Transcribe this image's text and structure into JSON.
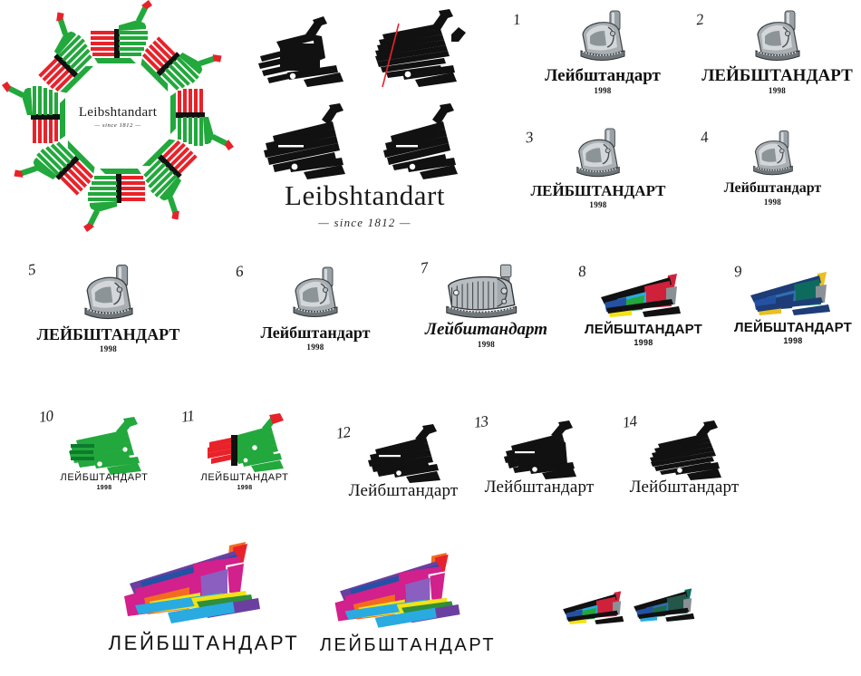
{
  "page": {
    "title": "Leibshtandart logo design variants sheet",
    "background": "#ffffff"
  },
  "brand": {
    "latin_name": "Leibshtandart",
    "tagline": "— since 1812 —",
    "cyrillic_name_title": "Лейбштандарт",
    "cyrillic_name_caps": "ЛЕЙБШТАНДАРТ",
    "year": "1998"
  },
  "palette": {
    "black": "#111111",
    "red": "#e8222a",
    "green": "#22a83c",
    "dark_green": "#0d7a2e",
    "blue": "#2451a4",
    "cyan": "#29aae1",
    "yellow": "#f2e216",
    "gold": "#e8c020",
    "teal": "#0d6b5e",
    "navy": "#1d3c78",
    "magenta": "#d2208c",
    "purple": "#6b3fa0",
    "orange": "#f26b21",
    "crimson": "#d0213a",
    "grey": "#8a9196"
  },
  "badge": {
    "name": "circular-rosette-badge",
    "center_text": "Leibshtandart",
    "center_sub": "— since 1812 —",
    "cap_count": 8,
    "colors": [
      "#e8222a",
      "#22a83c",
      "#111111"
    ]
  },
  "hero": {
    "name": "hero-wordmark",
    "text": "Leibshtandart",
    "sub": "— since 1812 —",
    "marks": [
      {
        "label": "shako-solid-block",
        "variant": "block"
      },
      {
        "label": "shako-with-redline-star",
        "variant": "star",
        "accent": "#e8222a"
      },
      {
        "label": "shako-open-stripes",
        "variant": "open"
      },
      {
        "label": "shako-compact-stripes",
        "variant": "compact"
      }
    ]
  },
  "variants": [
    {
      "n": "1",
      "mark": "engraved-shako",
      "style": "wm-serif-bold",
      "text": "Лейбштандарт",
      "year": "1998",
      "colorway": "grey"
    },
    {
      "n": "2",
      "mark": "engraved-shako",
      "style": "wm-serif-bold-caps",
      "text": "ЛЕЙБШТАНДАРТ",
      "year": "1998",
      "colorway": "grey"
    },
    {
      "n": "3",
      "mark": "engraved-shako",
      "style": "wm-serif-bold-caps",
      "text": "ЛЕЙБШТАНДАРТ",
      "year": "1998",
      "colorway": "grey"
    },
    {
      "n": "4",
      "mark": "engraved-shako",
      "style": "wm-serif-bold",
      "text": "Лейбштандарт",
      "year": "1998",
      "colorway": "grey"
    },
    {
      "n": "5",
      "mark": "engraved-shako",
      "style": "wm-serif-bold-caps",
      "text": "ЛЕЙБШТАНДАРТ",
      "year": "1998",
      "colorway": "grey"
    },
    {
      "n": "6",
      "mark": "engraved-shako",
      "style": "wm-serif-bold",
      "text": "Лейбштандарт",
      "year": "1998",
      "colorway": "grey"
    },
    {
      "n": "7",
      "mark": "engraved-shako-wide",
      "style": "wm-serif-bold-italic",
      "text": "Лейбштандарт",
      "year": "1998",
      "colorway": "grey"
    },
    {
      "n": "8",
      "mark": "prism-shako-primary",
      "style": "wm-sans-bold-caps",
      "text": "ЛЕЙБШТАНДАРТ",
      "year": "1998",
      "colorway": "primary"
    },
    {
      "n": "9",
      "mark": "prism-shako-teal",
      "style": "wm-sans-bold-caps",
      "text": "ЛЕЙБШТАНДАРТ",
      "year": "1998",
      "colorway": "teal"
    },
    {
      "n": "10",
      "mark": "stripe-shako-green",
      "style": "wm-sans-caps-light",
      "text": "ЛЕЙБШТАНДАРТ",
      "year": "1998",
      "colorway": "green"
    },
    {
      "n": "11",
      "mark": "stripe-shako-redgreen",
      "style": "wm-sans-caps-light",
      "text": "ЛЕЙБШТАНДАРТ",
      "year": "1998",
      "colorway": "red-green"
    },
    {
      "n": "12",
      "mark": "stripe-shako-black",
      "style": "wm-serif-reg",
      "text": "Лейбштандарт",
      "year": "",
      "colorway": "black"
    },
    {
      "n": "13",
      "mark": "stripe-shako-block",
      "style": "wm-serif-reg",
      "text": "Лейбштандарт",
      "year": "",
      "colorway": "black"
    },
    {
      "n": "14",
      "mark": "stripe-shako-fine",
      "style": "wm-serif-reg",
      "text": "Лейбштандарт",
      "year": "",
      "colorway": "black"
    }
  ],
  "finals": [
    {
      "mark": "prism-shako-vivid",
      "text": "ЛЕЙБШТАНДАРТ",
      "style": "wm-sans-caps-big"
    },
    {
      "mark": "prism-shako-vivid",
      "text": "ЛЕЙБШТАНДАРТ",
      "style": "wm-sans-caps-big"
    }
  ],
  "swatch_pair": [
    {
      "mark": "prism-shako-primary-small",
      "colorway": "primary"
    },
    {
      "mark": "prism-shako-teal-small",
      "colorway": "teal"
    }
  ]
}
